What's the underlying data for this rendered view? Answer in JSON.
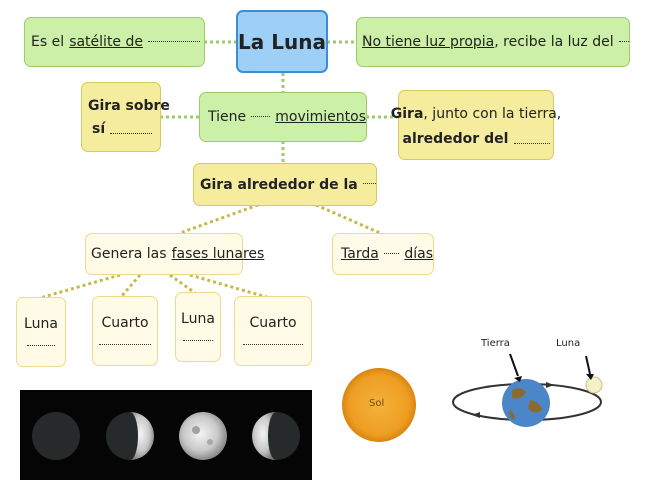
{
  "title": "La Luna",
  "satellite": {
    "text": "Es el",
    "link": "satélite de"
  },
  "light": {
    "link": "No tiene luz propia",
    "text": ", recibe la luz del"
  },
  "rotation": {
    "line1": "Gira sobre",
    "line2": "sí"
  },
  "movements": {
    "pre": "Tiene",
    "link": "movimientos"
  },
  "orbit_sun": {
    "bold": "Gira",
    "rest": ", junto con la tierra,",
    "line2": "alrededor del"
  },
  "orbit_earth": {
    "text": "Gira alrededor de la"
  },
  "phases": {
    "pre": "Genera las",
    "link": "fases lunares"
  },
  "duration": {
    "link1": "Tarda",
    "link2": "días"
  },
  "phase_boxes": [
    "Luna",
    "Cuarto",
    "Luna",
    "Cuarto"
  ],
  "illustration": {
    "sun_label": "Sol",
    "earth_label": "Tierra",
    "moon_label": "Luna"
  },
  "colors": {
    "title_bg": "#9ed0f7",
    "green_bg": "#ccf0a8",
    "yellow_bg": "#f6ec9e",
    "cream_bg": "#fffbe6",
    "sun": "#f0a020"
  }
}
